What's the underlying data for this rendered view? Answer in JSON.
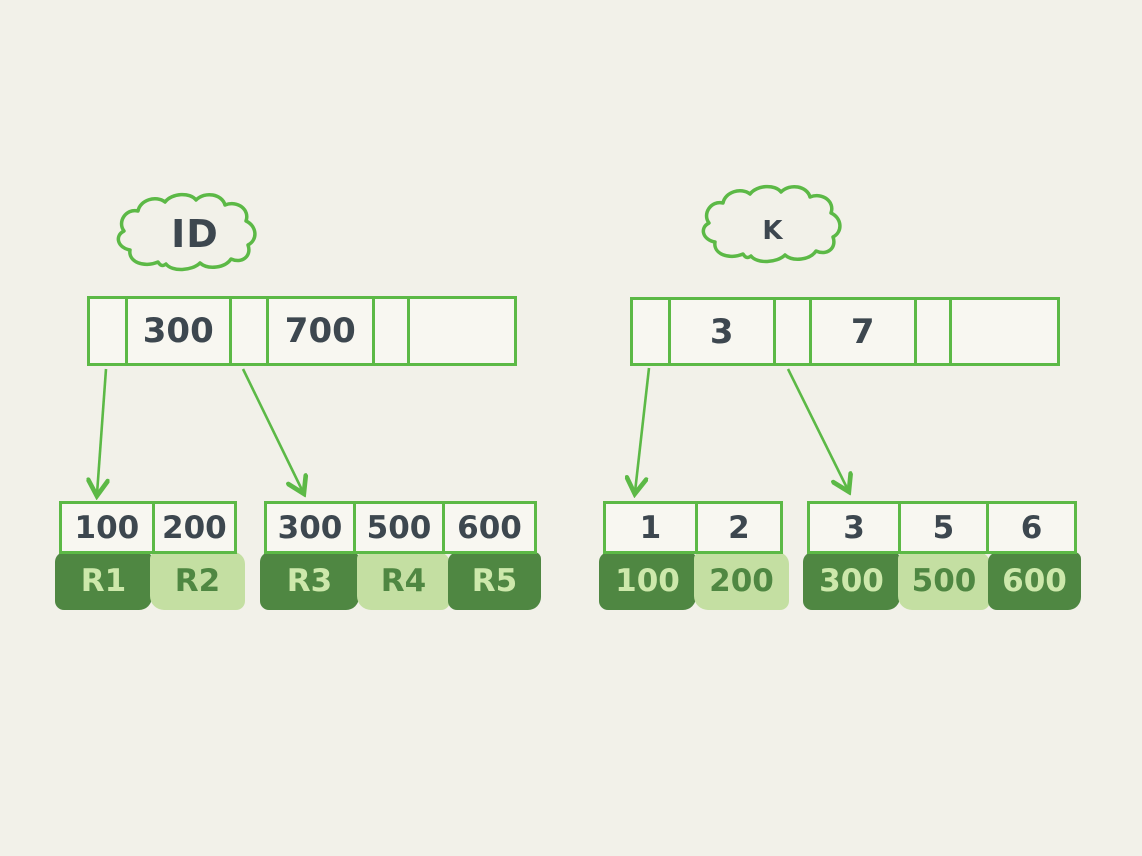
{
  "diagram_title": "secondary index key mapping (hand-drawn B-tree style diagram)",
  "colors": {
    "background": "#f2f1e9",
    "stroke_green": "#5cb946",
    "dark_green_fill": "#4f8742",
    "light_green_fill": "#c4dfa2",
    "ink": "#3d474f",
    "light_text_on_dark": "#cde8ab"
  },
  "left_tree": {
    "cloud_label": "ID",
    "root_cells": [
      "",
      "300",
      "",
      "700",
      "",
      ""
    ],
    "leaves": [
      {
        "keys": [
          "100",
          "200"
        ],
        "records": [
          {
            "label": "R1",
            "tone": "dark"
          },
          {
            "label": "R2",
            "tone": "light"
          }
        ]
      },
      {
        "keys": [
          "300",
          "500",
          "600"
        ],
        "records": [
          {
            "label": "R3",
            "tone": "dark"
          },
          {
            "label": "R4",
            "tone": "light"
          },
          {
            "label": "R5",
            "tone": "dark"
          }
        ]
      }
    ]
  },
  "right_tree": {
    "cloud_label": "K",
    "root_cells": [
      "",
      "3",
      "",
      "7",
      "",
      ""
    ],
    "leaves": [
      {
        "keys": [
          "1",
          "2"
        ],
        "records": [
          {
            "label": "100",
            "tone": "dark"
          },
          {
            "label": "200",
            "tone": "light"
          }
        ]
      },
      {
        "keys": [
          "3",
          "5",
          "6"
        ],
        "records": [
          {
            "label": "300",
            "tone": "dark"
          },
          {
            "label": "500",
            "tone": "light"
          },
          {
            "label": "600",
            "tone": "dark"
          }
        ]
      }
    ]
  }
}
